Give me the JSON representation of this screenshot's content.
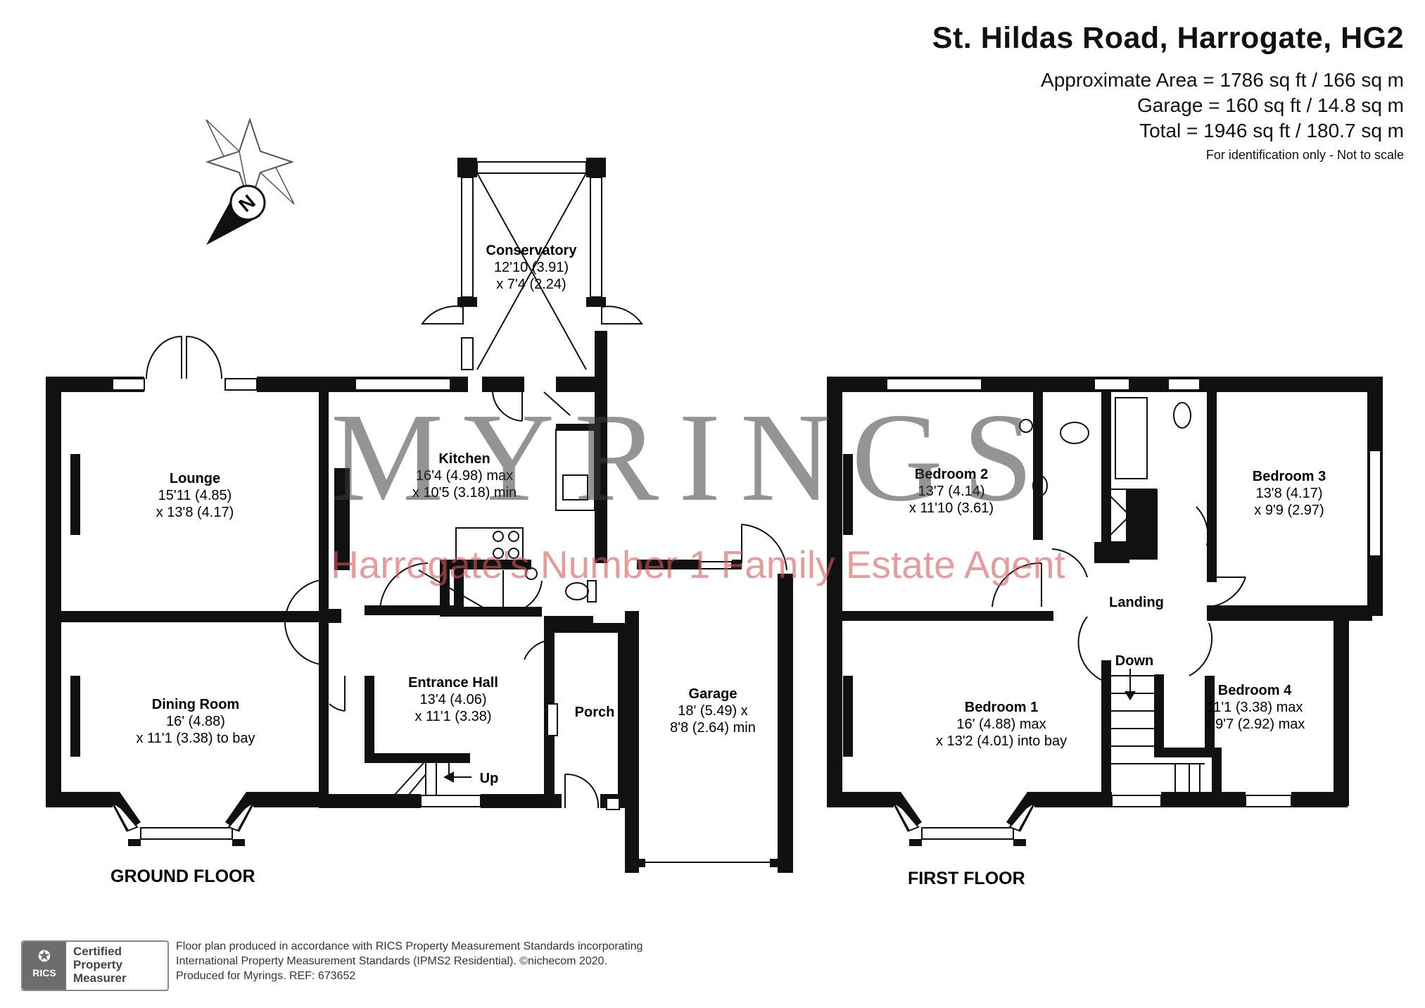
{
  "header": {
    "title": "St. Hildas Road, Harrogate, HG2",
    "area_lines": [
      "Approximate Area = 1786 sq ft / 166 sq m",
      "Garage = 160 sq ft / 14.8 sq m",
      "Total = 1946 sq ft / 180.7 sq m"
    ],
    "note": "For identification only - Not to scale"
  },
  "compass": {
    "label": "N"
  },
  "watermark": {
    "brand": "MYRINGS",
    "tagline": "Harrogate's Number 1 Family Estate Agent"
  },
  "ground_floor": {
    "label": "GROUND FLOOR",
    "rooms": {
      "conservatory": {
        "name": "Conservatory",
        "dims": [
          "12'10 (3.91)",
          "x 7'4 (2.24)"
        ]
      },
      "kitchen": {
        "name": "Kitchen",
        "dims": [
          "16'4 (4.98) max",
          "x 10'5 (3.18) min"
        ]
      },
      "lounge": {
        "name": "Lounge",
        "dims": [
          "15'11 (4.85)",
          "x 13'8 (4.17)"
        ]
      },
      "dining": {
        "name": "Dining Room",
        "dims": [
          "16' (4.88)",
          "x 11'1 (3.38) to bay"
        ]
      },
      "hall": {
        "name": "Entrance Hall",
        "dims": [
          "13'4 (4.06)",
          "x 11'1 (3.38)"
        ]
      },
      "porch": {
        "name": "Porch",
        "dims": []
      },
      "garage": {
        "name": "Garage",
        "dims": [
          "18' (5.49) x",
          "8'8 (2.64) min"
        ]
      }
    },
    "stairs_label": "Up"
  },
  "first_floor": {
    "label": "FIRST FLOOR",
    "rooms": {
      "bedroom2": {
        "name": "Bedroom 2",
        "dims": [
          "13'7 (4.14)",
          "x 11'10 (3.61)"
        ]
      },
      "bedroom3": {
        "name": "Bedroom 3",
        "dims": [
          "13'8 (4.17)",
          "x 9'9 (2.97)"
        ]
      },
      "landing": {
        "name": "Landing",
        "dims": []
      },
      "bedroom1": {
        "name": "Bedroom 1",
        "dims": [
          "16' (4.88) max",
          "x 13'2 (4.01) into bay"
        ]
      },
      "bedroom4": {
        "name": "Bedroom 4",
        "dims": [
          "11'1 (3.38) max",
          "x 9'7 (2.92) max"
        ]
      }
    },
    "stairs_label": "Down"
  },
  "badge": {
    "logo": "RICS",
    "lines": [
      "Certified",
      "Property",
      "Measurer"
    ]
  },
  "footer": {
    "lines": [
      "Floor plan produced in accordance with RICS Property Measurement Standards incorporating",
      "International Property Measurement Standards (IPMS2 Residential).   ©nichecom 2020.",
      "Produced for Myrings.   REF: 673652"
    ]
  }
}
